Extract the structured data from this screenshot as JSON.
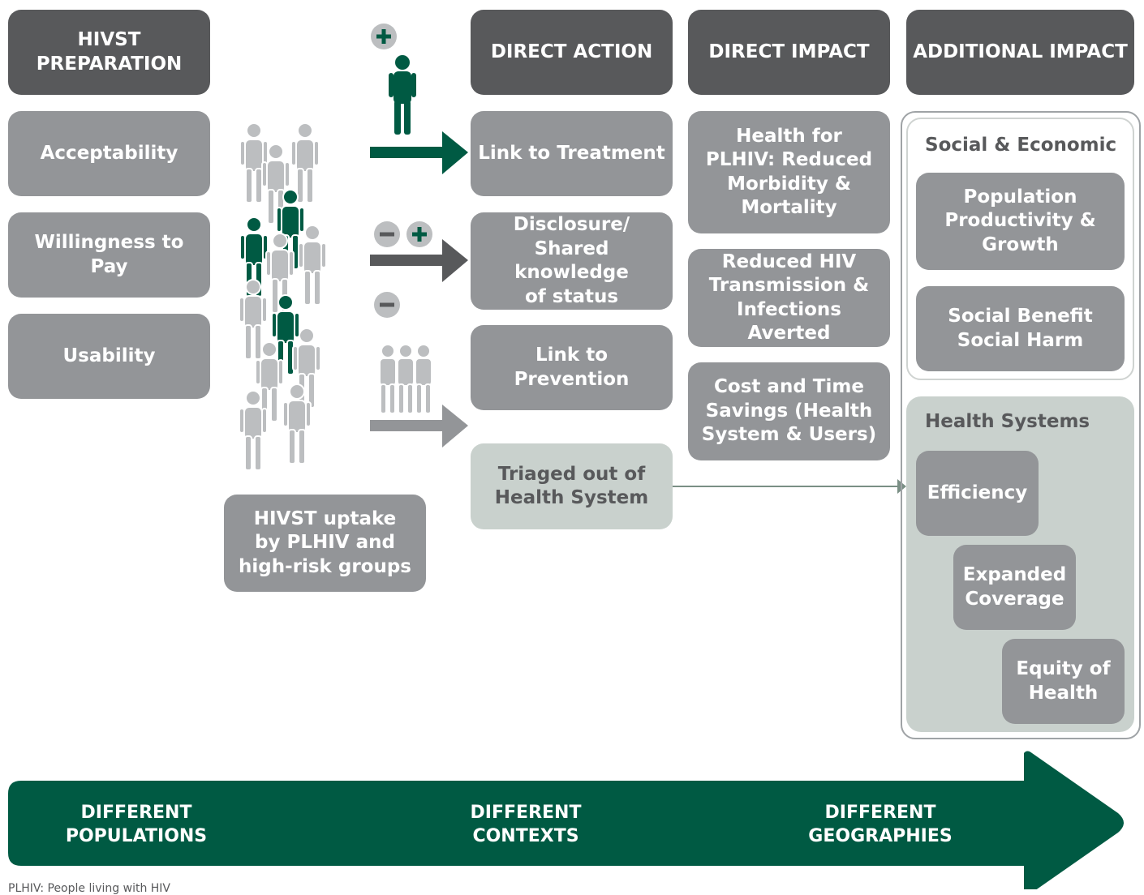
{
  "headers": {
    "preparation": "HIVST\nPREPARATION",
    "direct_action": "DIRECT ACTION",
    "direct_impact": "DIRECT IMPACT",
    "additional_impact": "ADDITIONAL IMPACT"
  },
  "preparation_items": [
    "Acceptability",
    "Willingness to Pay",
    "Usability"
  ],
  "uptake": "HIVST uptake\nby PLHIV and\nhigh-risk groups",
  "direct_actions": [
    "Link to Treatment",
    "Disclosure/\nShared knowledge\nof status",
    "Link to Prevention",
    "Triaged out of\nHealth System"
  ],
  "direct_impacts": [
    "Health for\nPLHIV: Reduced\nMorbidity &\nMortality",
    "Reduced HIV\nTransmission &\nInfections Averted",
    "Cost and Time\nSavings (Health\nSystem & Users)"
  ],
  "social_economic": {
    "title": "Social & Economic",
    "items": [
      "Population\nProductivity &\nGrowth",
      "Social Benefit\nSocial Harm"
    ]
  },
  "health_systems": {
    "title": "Health Systems",
    "items": [
      "Efficiency",
      "Expanded\nCoverage",
      "Equity of\nHealth"
    ]
  },
  "footer": [
    "DIFFERENT\nPOPULATIONS",
    "DIFFERENT\nCONTEXTS",
    "DIFFERENT\nGEOGRAPHIES"
  ],
  "footnote": "PLHIV: People living with HIV",
  "colors": {
    "dark": "#58595b",
    "mid": "#939598",
    "light": "#bcbec0",
    "green": "#005a43",
    "pale": "#c9d1cd"
  }
}
